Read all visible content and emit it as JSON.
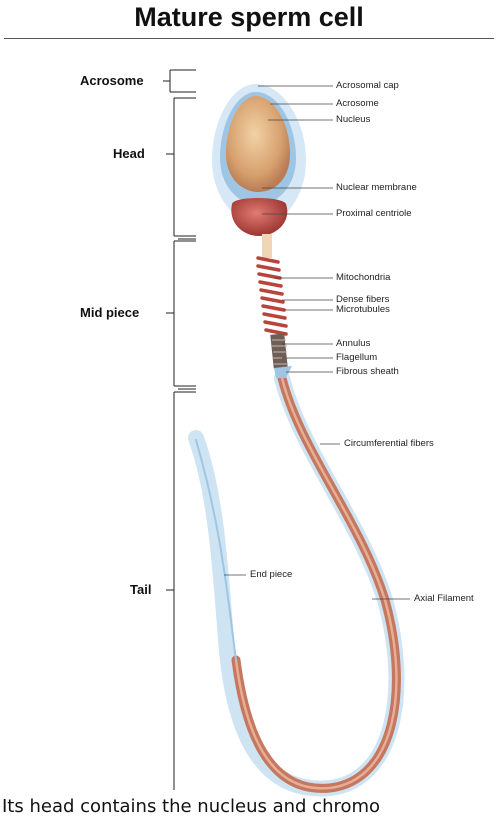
{
  "title": "Mature sperm cell",
  "regions": {
    "acrosome": "Acrosome",
    "head": "Head",
    "mid_piece": "Mid piece",
    "tail": "Tail"
  },
  "parts": {
    "acrosomal_cap": "Acrosomal cap",
    "acrosome": "Acrosome",
    "nucleus": "Nucleus",
    "nuclear_membrane": "Nuclear membrane",
    "proximal_centriole": "Proximal centriole",
    "mitochondria": "Mitochondria",
    "dense_fibers": "Dense fibers",
    "microtubules": "Microtubules",
    "annulus": "Annulus",
    "flagellum": "Flagellum",
    "fibrous_sheath": "Fibrous sheath",
    "circumferential_fibers": "Circumferential fibers",
    "end_piece": "End piece",
    "axial_filament": "Axial Filament"
  },
  "caption": "Its head contains the nucleus and chromo",
  "colors": {
    "membrane_blue": "#bcd9ee",
    "nucleus_tan": "#e2b385",
    "centriole_red": "#c0504a",
    "tail_brown": "#c87a62"
  }
}
